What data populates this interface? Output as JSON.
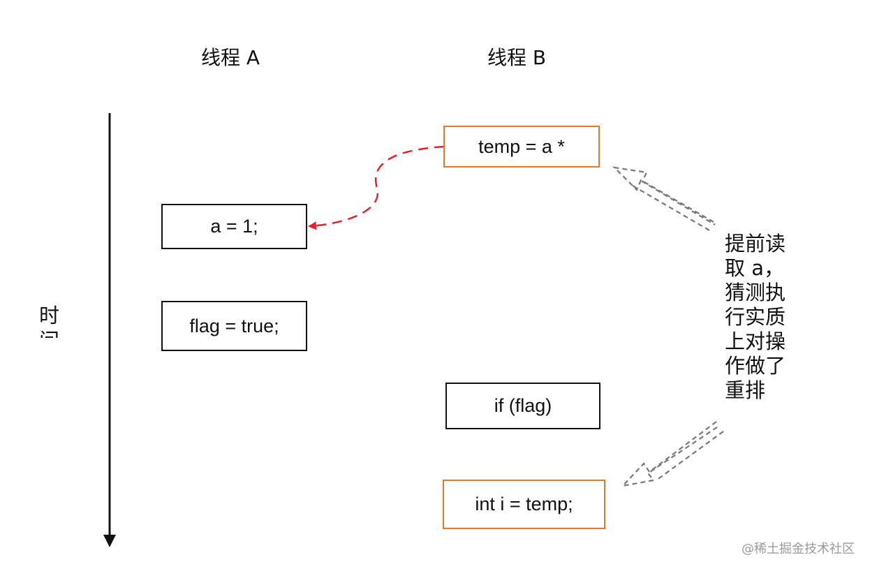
{
  "thread_a": {
    "title": "线程 A",
    "boxes": [
      "a = 1;",
      "flag = true;"
    ]
  },
  "thread_b": {
    "title": "线程 B",
    "boxes": [
      "temp = a *",
      "if (flag)",
      "int i = temp;"
    ]
  },
  "time_axis": {
    "label": "时间"
  },
  "annotation": {
    "text": "提前读取 a，猜测执行实质上对操作做了重排"
  },
  "watermark": "@稀土掘金技术社区",
  "colors": {
    "border": "#111111",
    "highlight_border": "#e07b2a",
    "dependency_arrow": "#e8202a",
    "annotation_arrow": "#777777"
  }
}
